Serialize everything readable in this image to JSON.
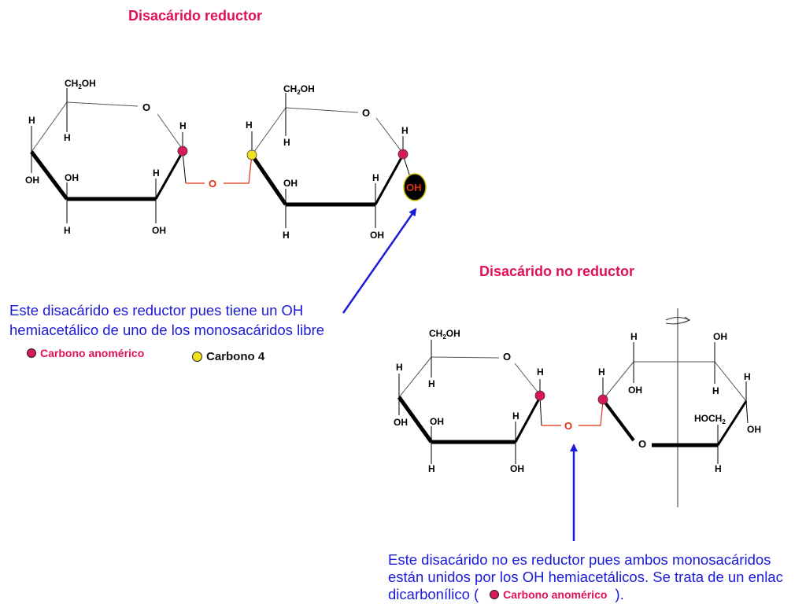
{
  "titles": {
    "reducing": "Disacárido reductor",
    "non_reducing": "Disacárido  no reductor"
  },
  "explanations": {
    "reducing_line1": "Este disacárido es reductor pues tiene un OH",
    "reducing_line2": "hemiacetálico de uno de los monosacáridos libre",
    "non_reducing_line1": "Este disacárido no es reductor pues ambos monosacáridos",
    "non_reducing_line2": "están unidos por los OH hemiacetálicos. Se trata de un enlac",
    "non_reducing_line3_prefix": "dicarbonílico  (",
    "non_reducing_line3_suffix": ")."
  },
  "legend": {
    "anomeric_carbon": "Carbono anomérico",
    "carbon_4": "Carbono 4"
  },
  "structure_labels": {
    "ch2": "CH",
    "ch2_sub": "2",
    "oh": "OH",
    "h": "H",
    "o": "O",
    "hoch": "HOCH",
    "hoch_sub": "2"
  },
  "colors": {
    "title": "#e0105a",
    "explanation": "#1a1ad8",
    "anomeric_dot": "#d8185a",
    "carbon4_dot": "#f0e020",
    "arrow": "#1a1ad8",
    "glycosidic_bond": "#e03010"
  }
}
